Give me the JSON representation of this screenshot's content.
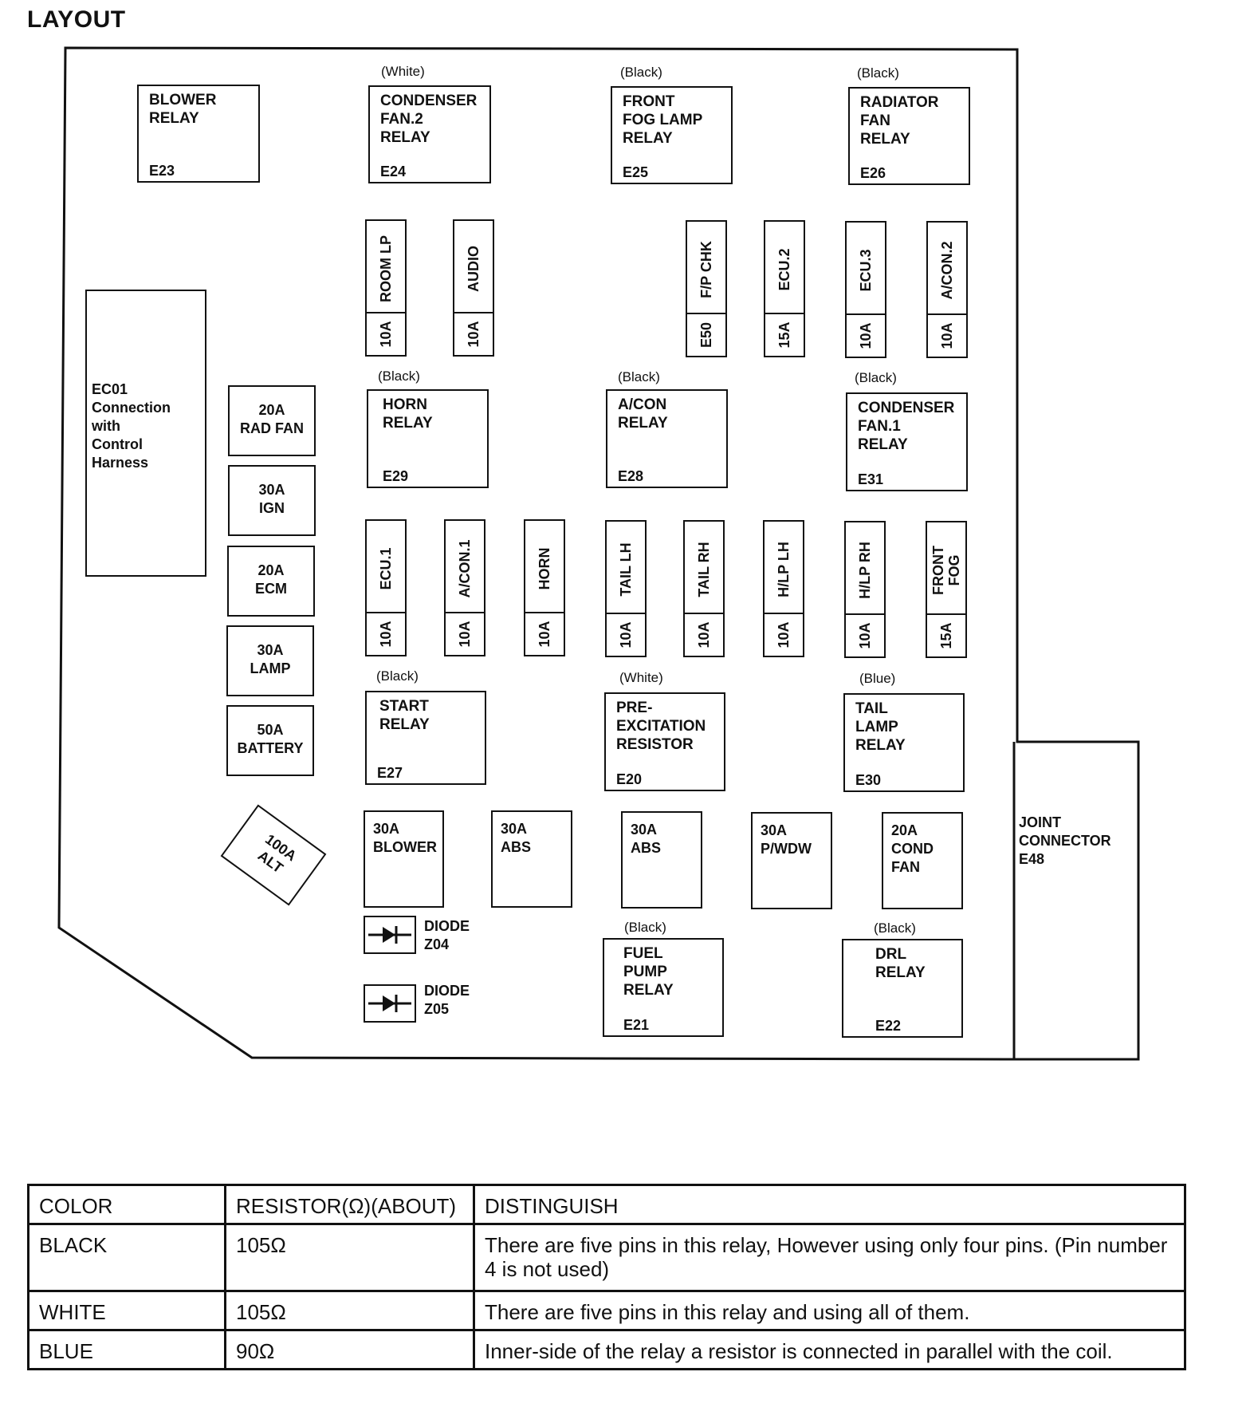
{
  "heading": "LAYOUT",
  "relays": [
    {
      "id": "E23",
      "name": "BLOWER\nRELAY",
      "code": "E23",
      "color": ""
    },
    {
      "id": "E24",
      "name": "CONDENSER\nFAN.2\nRELAY",
      "code": "E24",
      "color": "(White)"
    },
    {
      "id": "E25",
      "name": "FRONT\nFOG LAMP\nRELAY",
      "code": "E25",
      "color": "(Black)"
    },
    {
      "id": "E26",
      "name": "RADIATOR\nFAN\nRELAY",
      "code": "E26",
      "color": "(Black)"
    },
    {
      "id": "E29",
      "name": "HORN\nRELAY",
      "code": "E29",
      "color": "(Black)"
    },
    {
      "id": "E28",
      "name": "A/CON\nRELAY",
      "code": "E28",
      "color": "(Black)"
    },
    {
      "id": "E31",
      "name": "CONDENSER\nFAN.1\nRELAY",
      "code": "E31",
      "color": "(Black)"
    },
    {
      "id": "E27",
      "name": "START\nRELAY",
      "code": "E27",
      "color": "(Black)"
    },
    {
      "id": "E20",
      "name": "PRE-\nEXCITATION\nRESISTOR",
      "code": "E20",
      "color": "(White)"
    },
    {
      "id": "E30",
      "name": "TAIL\nLAMP\nRELAY",
      "code": "E30",
      "color": "(Blue)"
    },
    {
      "id": "E21",
      "name": "FUEL\nPUMP\nRELAY",
      "code": "E21",
      "color": "(Black)"
    },
    {
      "id": "E22",
      "name": "DRL\nRELAY",
      "code": "E22",
      "color": "(Black)"
    }
  ],
  "top_fuses": [
    {
      "name": "ROOM LP",
      "rating": "10A"
    },
    {
      "name": "AUDIO",
      "rating": "10A"
    },
    {
      "name": "F/P CHK",
      "rating": "E50"
    },
    {
      "name": "ECU.2",
      "rating": "15A"
    },
    {
      "name": "ECU.3",
      "rating": "10A"
    },
    {
      "name": "A/CON.2",
      "rating": "10A"
    }
  ],
  "mid_fuses": [
    {
      "name": "ECU.1",
      "rating": "10A"
    },
    {
      "name": "A/CON.1",
      "rating": "10A"
    },
    {
      "name": "HORN",
      "rating": "10A"
    },
    {
      "name": "TAIL LH",
      "rating": "10A"
    },
    {
      "name": "TAIL RH",
      "rating": "10A"
    },
    {
      "name": "H/LP LH",
      "rating": "10A"
    },
    {
      "name": "H/LP RH",
      "rating": "10A"
    },
    {
      "name": "FRONT\nFOG",
      "rating": "15A"
    }
  ],
  "left_fuses": [
    {
      "label": "20A\nRAD FAN"
    },
    {
      "label": "30A\nIGN"
    },
    {
      "label": "20A\nECM"
    },
    {
      "label": "30A\nLAMP"
    },
    {
      "label": "50A\nBATTERY"
    }
  ],
  "bottom_fuses": [
    {
      "label": "30A\nBLOWER"
    },
    {
      "label": "30A\nABS"
    },
    {
      "label": "30A\nABS"
    },
    {
      "label": "30A\nP/WDW"
    },
    {
      "label": "20A\nCOND\nFAN"
    }
  ],
  "ec01": "EC01\nConnection\nwith\nControl\nHarness",
  "alt": "100A\nALT",
  "diodes": [
    {
      "label": "DIODE\nZ04"
    },
    {
      "label": "DIODE\nZ05"
    }
  ],
  "joint": "JOINT\nCONNECTOR\nE48",
  "legend": {
    "headers": [
      "COLOR",
      "RESISTOR(Ω)(ABOUT)",
      "DISTINGUISH"
    ],
    "rows": [
      {
        "color": "BLACK",
        "resistor": "105Ω",
        "distinguish": "There are five pins in this relay, However using only four pins. (Pin number 4 is not used)"
      },
      {
        "color": "WHITE",
        "resistor": "105Ω",
        "distinguish": "There are five pins in this relay and using all of them."
      },
      {
        "color": "BLUE",
        "resistor": "90Ω",
        "distinguish": "Inner-side of the relay a resistor is connected in parallel with the coil."
      }
    ]
  }
}
